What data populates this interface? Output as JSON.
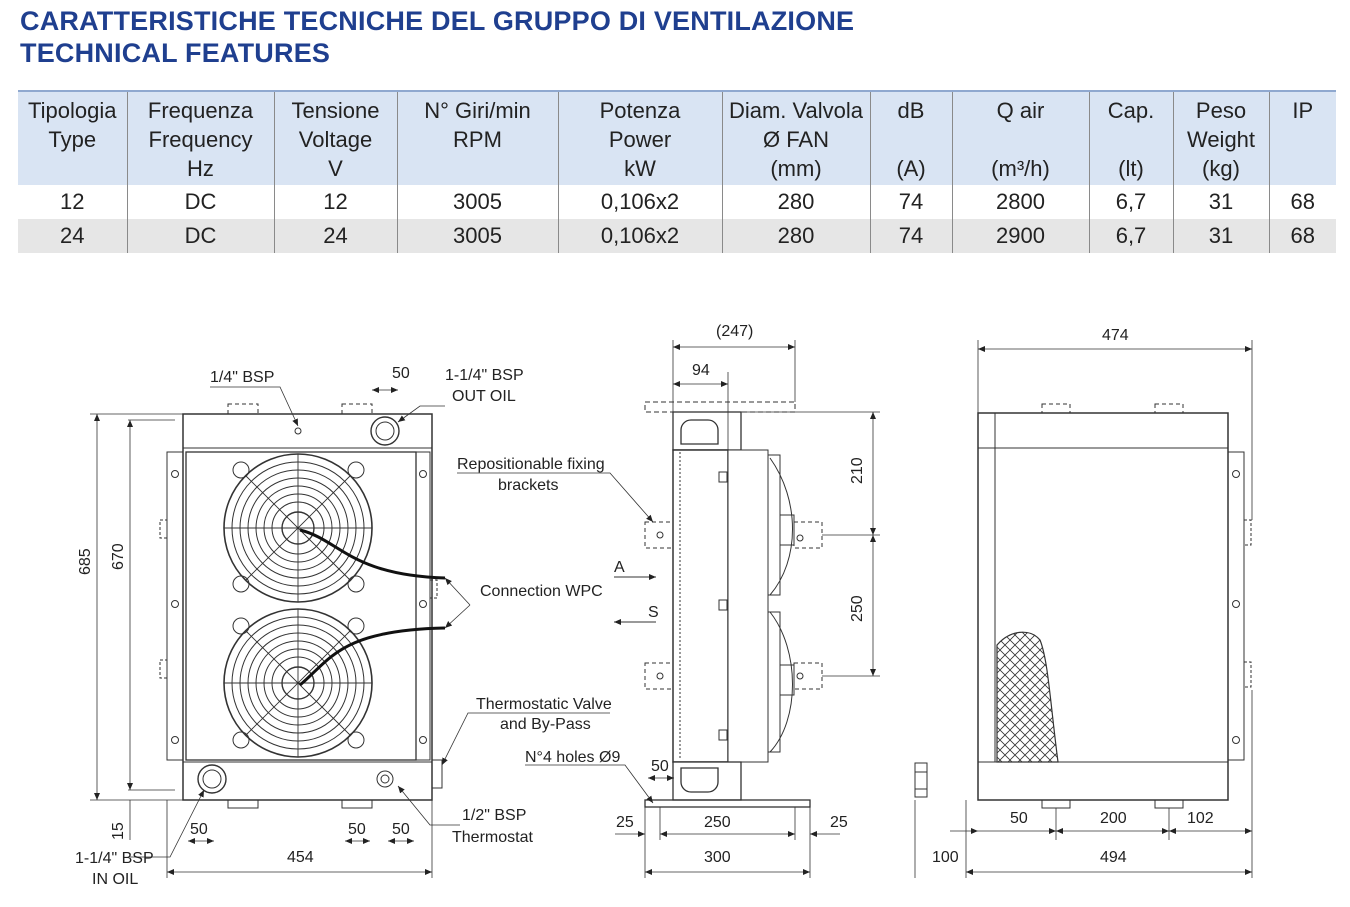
{
  "title": {
    "line1": "CARATTERISTICHE TECNICHE DEL GRUPPO DI VENTILAZIONE",
    "line2": "TECHNICAL FEATURES"
  },
  "table": {
    "headers": [
      [
        "Tipologia",
        "Type",
        ""
      ],
      [
        "Frequenza",
        "Frequency",
        "Hz"
      ],
      [
        "Tensione",
        "Voltage",
        "V"
      ],
      [
        "N° Giri/min",
        "RPM",
        ""
      ],
      [
        "Potenza",
        "Power",
        "kW"
      ],
      [
        "Diam. Valvola",
        "Ø FAN",
        "(mm)"
      ],
      [
        "dB",
        "",
        "(A)"
      ],
      [
        "Q air",
        "",
        "(m³/h)"
      ],
      [
        "Cap.",
        "",
        "(lt)"
      ],
      [
        "Peso",
        "Weight",
        "(kg)"
      ],
      [
        "IP",
        "",
        ""
      ]
    ],
    "rows": [
      [
        "12",
        "DC",
        "12",
        "3005",
        "0,106x2",
        "280",
        "74",
        "2800",
        "6,7",
        "31",
        "68"
      ],
      [
        "24",
        "DC",
        "24",
        "3005",
        "0,106x2",
        "280",
        "74",
        "2900",
        "6,7",
        "31",
        "68"
      ]
    ]
  },
  "drawing": {
    "front": {
      "bsp_top": "1/4\" BSP",
      "dim_top_50": "50",
      "out_oil_line1": "1-1/4\" BSP",
      "out_oil_line2": "OUT OIL",
      "height_685": "685",
      "height_670": "670",
      "height_15": "15",
      "connection": "Connection WPC",
      "thermo_valve_line1": "Thermostatic Valve",
      "thermo_valve_line2": "and By-Pass",
      "dim_50_a": "50",
      "dim_50_b": "50",
      "dim_50_c": "50",
      "width_454": "454",
      "in_oil_line1": "1-1/4\" BSP",
      "in_oil_line2": "IN OIL",
      "thermostat_line1": "1/2\" BSP",
      "thermostat_line2": "Thermostat"
    },
    "side": {
      "dim_247": "(247)",
      "dim_94": "94",
      "fixing_line1": "Repositionable fixing",
      "fixing_line2": "brackets",
      "arrow_a": "A",
      "arrow_s": "S",
      "dim_210": "210",
      "dim_250_v": "250",
      "holes": "N°4 holes Ø9",
      "dim_50": "50",
      "dim_25_l": "25",
      "dim_250_h": "250",
      "dim_25_r": "25",
      "width_300": "300"
    },
    "back": {
      "width_474": "474",
      "dim_50": "50",
      "dim_200": "200",
      "dim_102": "102",
      "dim_100": "100",
      "width_494": "494"
    }
  }
}
